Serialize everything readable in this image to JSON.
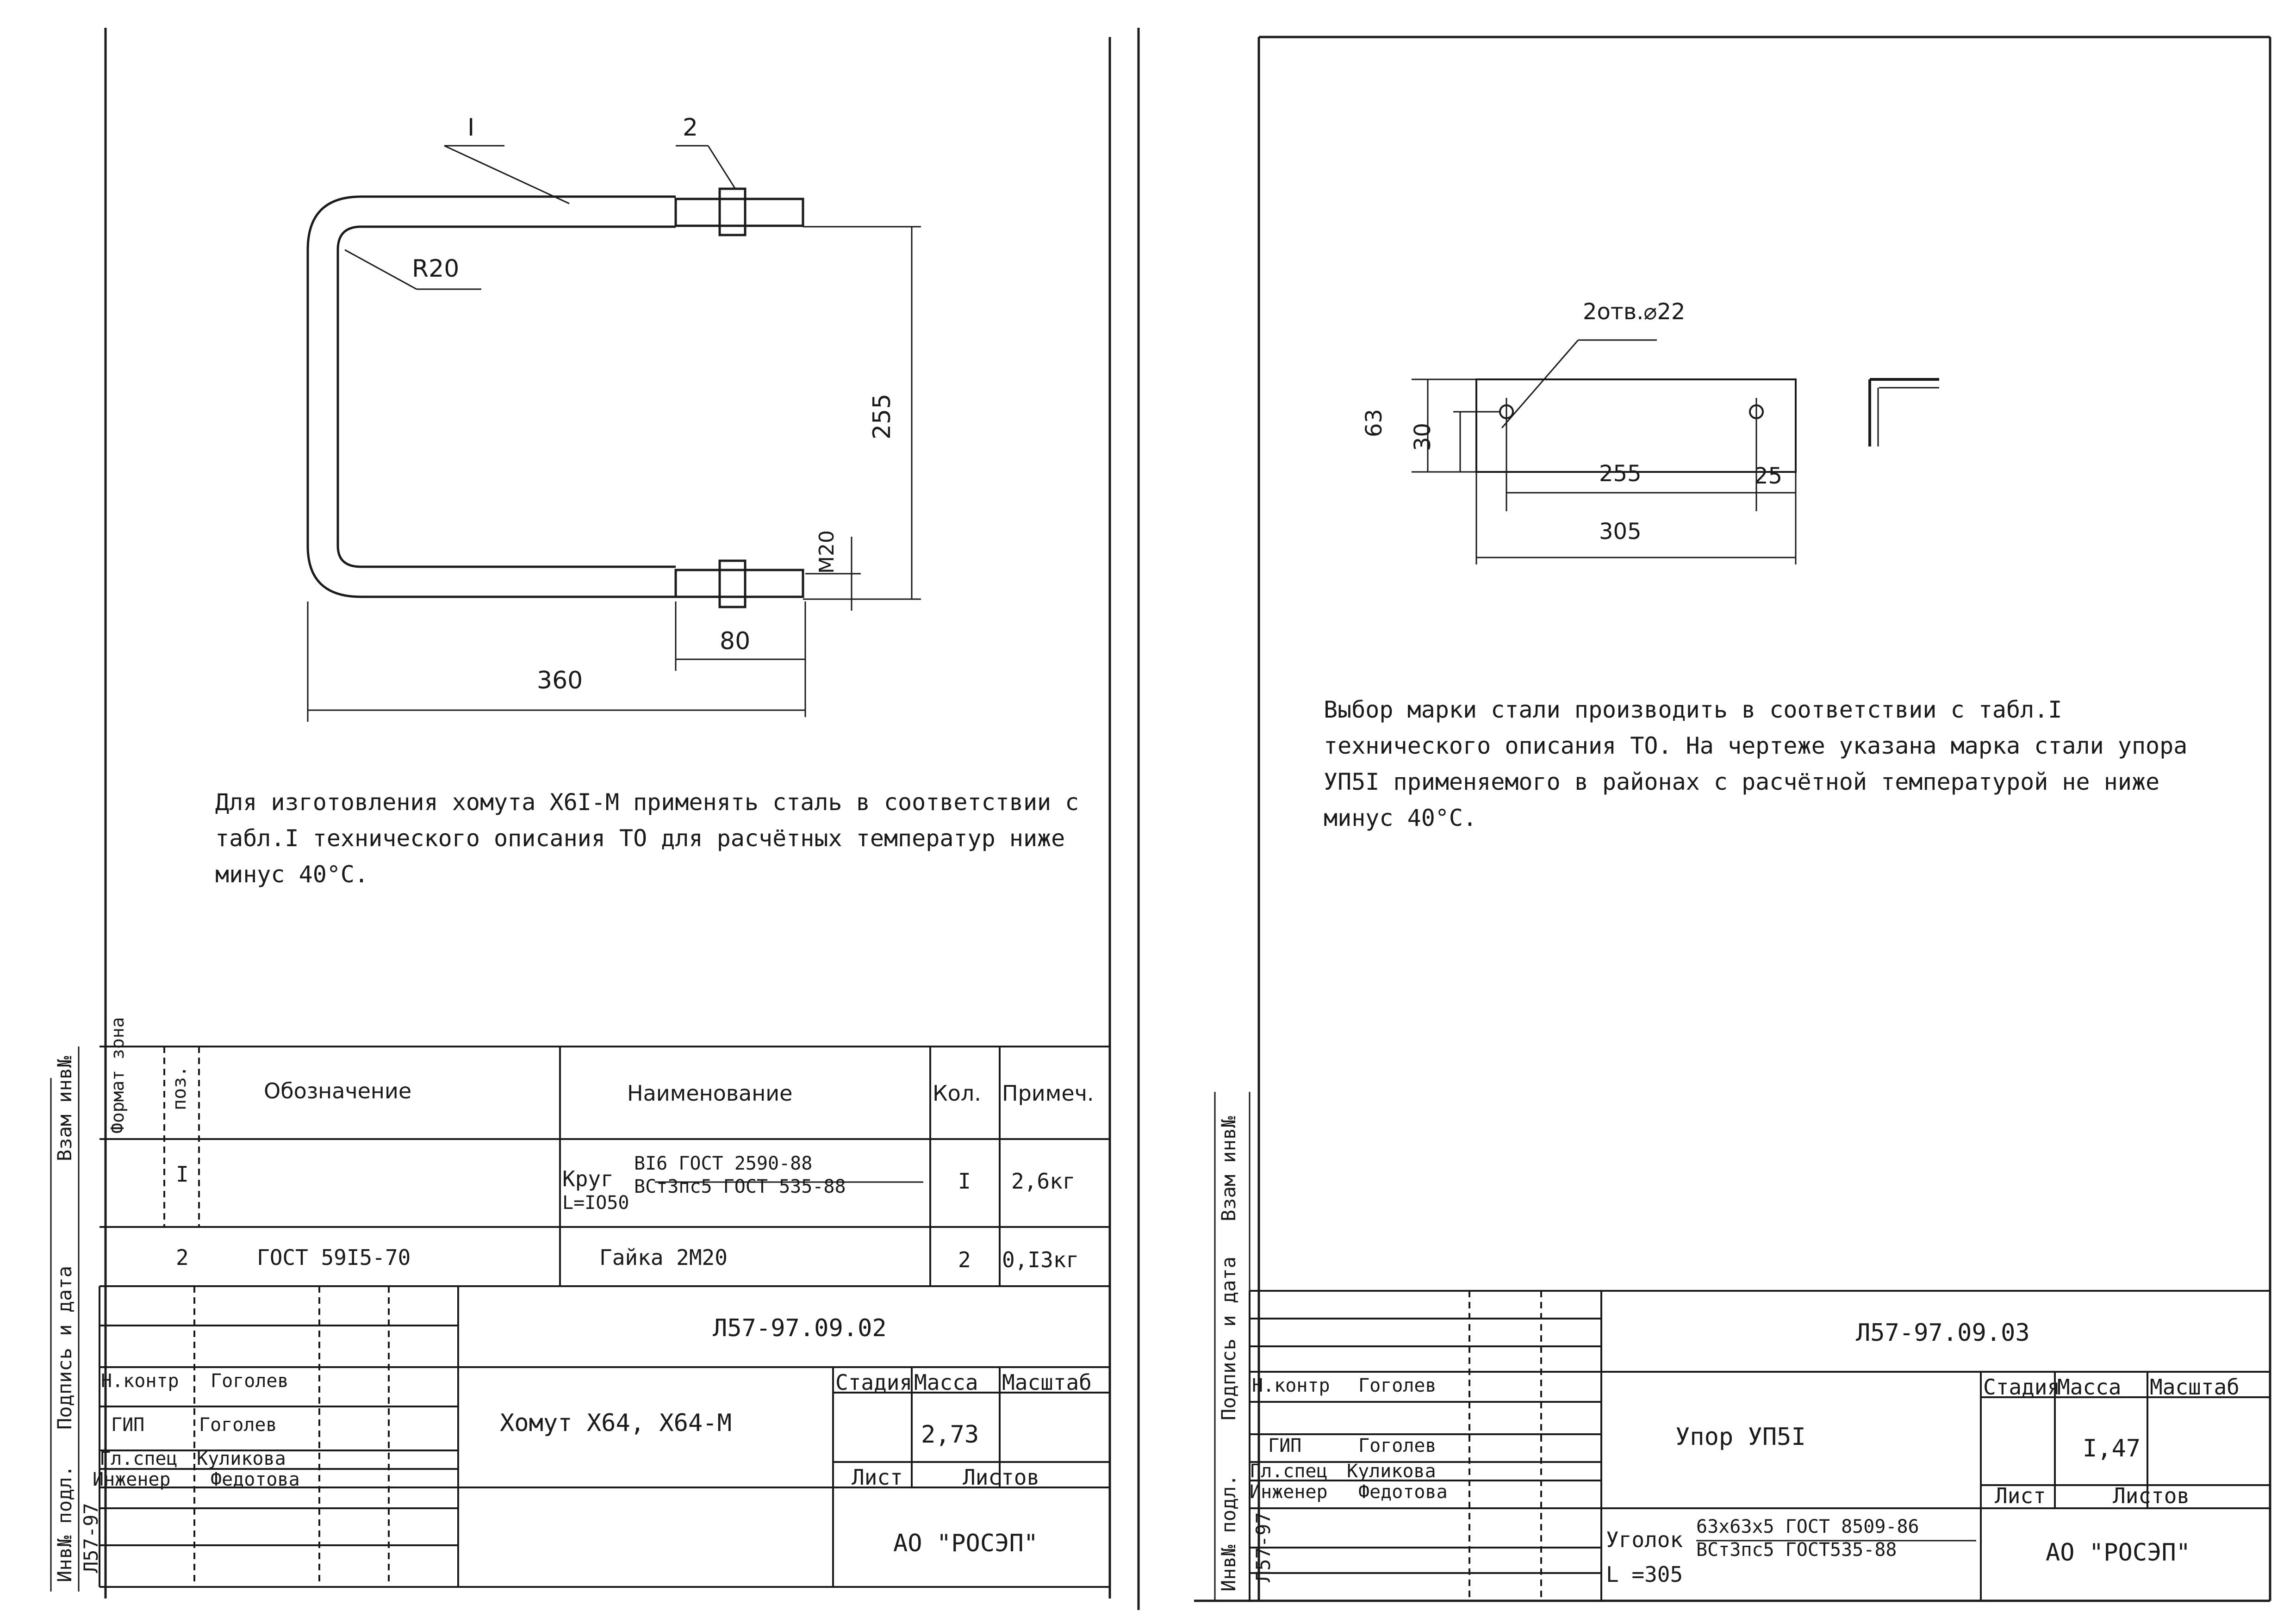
{
  "left_sheet": {
    "drawing": {
      "callout_pos_1": "I",
      "callout_pos_2": "2",
      "radius": "R20",
      "dim_height": "255",
      "dim_thread": "M20",
      "dim_thread_len": "80",
      "dim_width": "360"
    },
    "note": "Для изготовления хомута Х6I-М применять сталь в соответствии с табл.I технического описания ТО для расчётных температур ниже минус 40°С.",
    "spec_header": {
      "format_zone": "Формат зона",
      "pos": "поз.",
      "designation": "Обозначение",
      "name": "Наименование",
      "qty": "Кол.",
      "note": "Примеч."
    },
    "spec_rows": [
      {
        "pos": "I",
        "designation": "",
        "name_prefix": "Круг",
        "name_line1": "BI6 ГОСТ 2590-88",
        "name_line2": "ВСт3пс5 ГОСТ 535-88",
        "name_line3": "L=IO50",
        "qty": "I",
        "note": "2,6кг"
      },
      {
        "pos": "2",
        "designation": "ГОСТ 59I5-70",
        "name_prefix": "",
        "name_line1": "Гайка 2М20",
        "name_line2": "",
        "name_line3": "",
        "qty": "2",
        "note": "0,I3кг"
      }
    ],
    "title_block": {
      "doc_number": "Л57-97.09.02",
      "title": "Хомут Х64, Х64-М",
      "stage": "Стадия",
      "mass": "Масса",
      "scale": "Масштаб",
      "mass_value": "2,73",
      "sheet": "Лист",
      "sheets": "Листов",
      "org": "АО \"РОСЭП\"",
      "roles": [
        {
          "role": "Н.контр",
          "name": "Гоголев"
        },
        {
          "role": "ГИП",
          "name": "Гоголев"
        },
        {
          "role": "Гл.спец",
          "name": "Куликова"
        },
        {
          "role": "Инженер",
          "name": "Федотова"
        }
      ]
    },
    "margin_stamp": {
      "vzam": "Взам инв№",
      "podpis": "Подпись и дата",
      "inv": "Инв№ подл.",
      "inv_value": "Л57-97"
    }
  },
  "right_sheet": {
    "drawing": {
      "holes": "2отв.⌀22",
      "dim_63": "63",
      "dim_30": "30",
      "dim_255": "255",
      "dim_25": "25",
      "dim_305": "305"
    },
    "note": "Выбор марки стали производить в соответствии с табл.I технического описания ТО. На чертеже указана марка стали упора УП5I применяемого в районах с расчётной температурой не ниже минус 40°С.",
    "title_block": {
      "doc_number": "Л57-97.09.03",
      "title": "Упор УП5I",
      "stage": "Стадия",
      "mass": "Масса",
      "scale": "Масштаб",
      "mass_value": "I,47",
      "sheet": "Лист",
      "sheets": "Листов",
      "org": "АО \"РОСЭП\"",
      "material_prefix": "Уголок",
      "material_line1": "63х63х5 ГОСТ 8509-86",
      "material_line2": "ВСт3пс5 ГОСТ535-88",
      "material_length": "L =305",
      "roles": [
        {
          "role": "Н.контр",
          "name": "Гоголев"
        },
        {
          "role": "ГИП",
          "name": "Гоголев"
        },
        {
          "role": "Гл.спец",
          "name": "Куликова"
        },
        {
          "role": "Инженер",
          "name": "Федотова"
        }
      ]
    },
    "margin_stamp": {
      "vzam": "Взам инв№",
      "podpis": "Подпись и дата",
      "inv": "Инв№ подл.",
      "inv_value": "Л57-97"
    }
  }
}
